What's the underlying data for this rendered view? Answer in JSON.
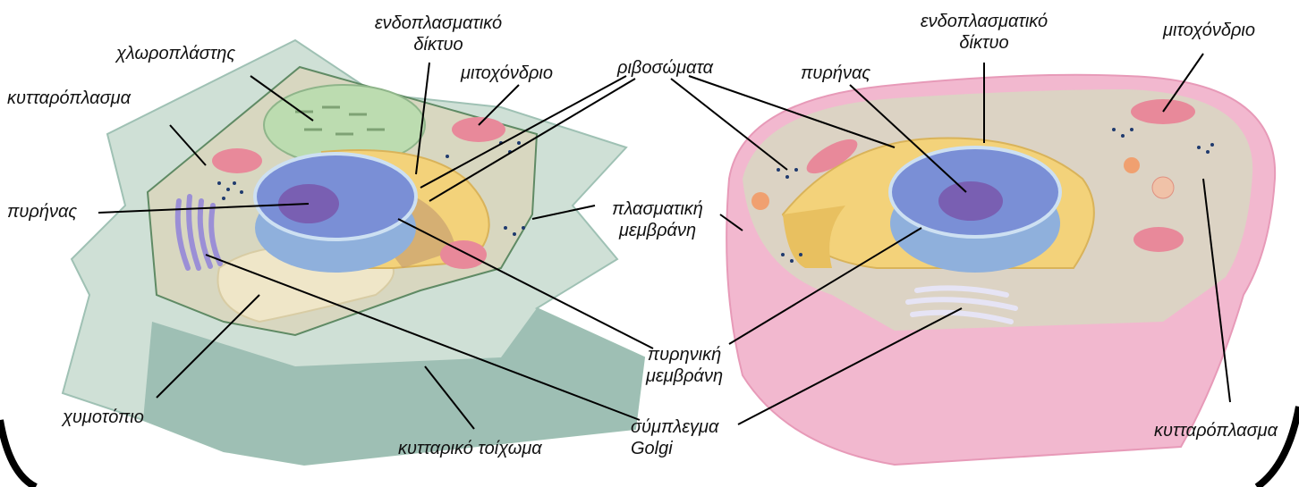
{
  "plant_cell": {
    "labels": {
      "er_line1": "ενδοπλασματικό",
      "er_line2": "δίκτυο",
      "chloroplast": "χλωροπλάστης",
      "mitochondrion": "μιτοχόνδριο",
      "cytoplasm": "κυτταρόπλασμα",
      "nucleus": "πυρήνας",
      "vacuole": "χυμοτόπιο",
      "cell_wall": "κυτταρικό τοίχωμα"
    }
  },
  "shared_labels": {
    "ribosomes": "ριβοσώματα",
    "plasma_membrane_line1": "πλασματική",
    "plasma_membrane_line2": "μεμβράνη",
    "nuclear_membrane_line1": "πυρηνική",
    "nuclear_membrane_line2": "μεμβράνη",
    "golgi_line1": "σύμπλεγμα",
    "golgi_line2": "Golgi"
  },
  "animal_cell": {
    "labels": {
      "nucleus": "πυρήνας",
      "er_line1": "ενδοπλασματικό",
      "er_line2": "δίκτυο",
      "mitochondrion": "μιτοχόνδριο",
      "cytoplasm": "κυτταρόπλασμα"
    }
  },
  "colors": {
    "plant_wall": "#cfe0d6",
    "plant_wall_dark": "#8fb5a8",
    "plant_cytoplasm": "#d6d8c0",
    "animal_membrane": "#f2b8cf",
    "animal_cytoplasm": "#dcd3c4",
    "nucleus": "#7a8fd6",
    "nucleolus": "#7a4fa6",
    "er": "#f3d27a",
    "mitochondrion": "#e8899a",
    "chloroplast": "#bcdcb0",
    "golgi": "#9b8fd6",
    "vacuole": "#efe6c8",
    "ribosome": "#1f3a6e",
    "leader_line": "#000000"
  }
}
